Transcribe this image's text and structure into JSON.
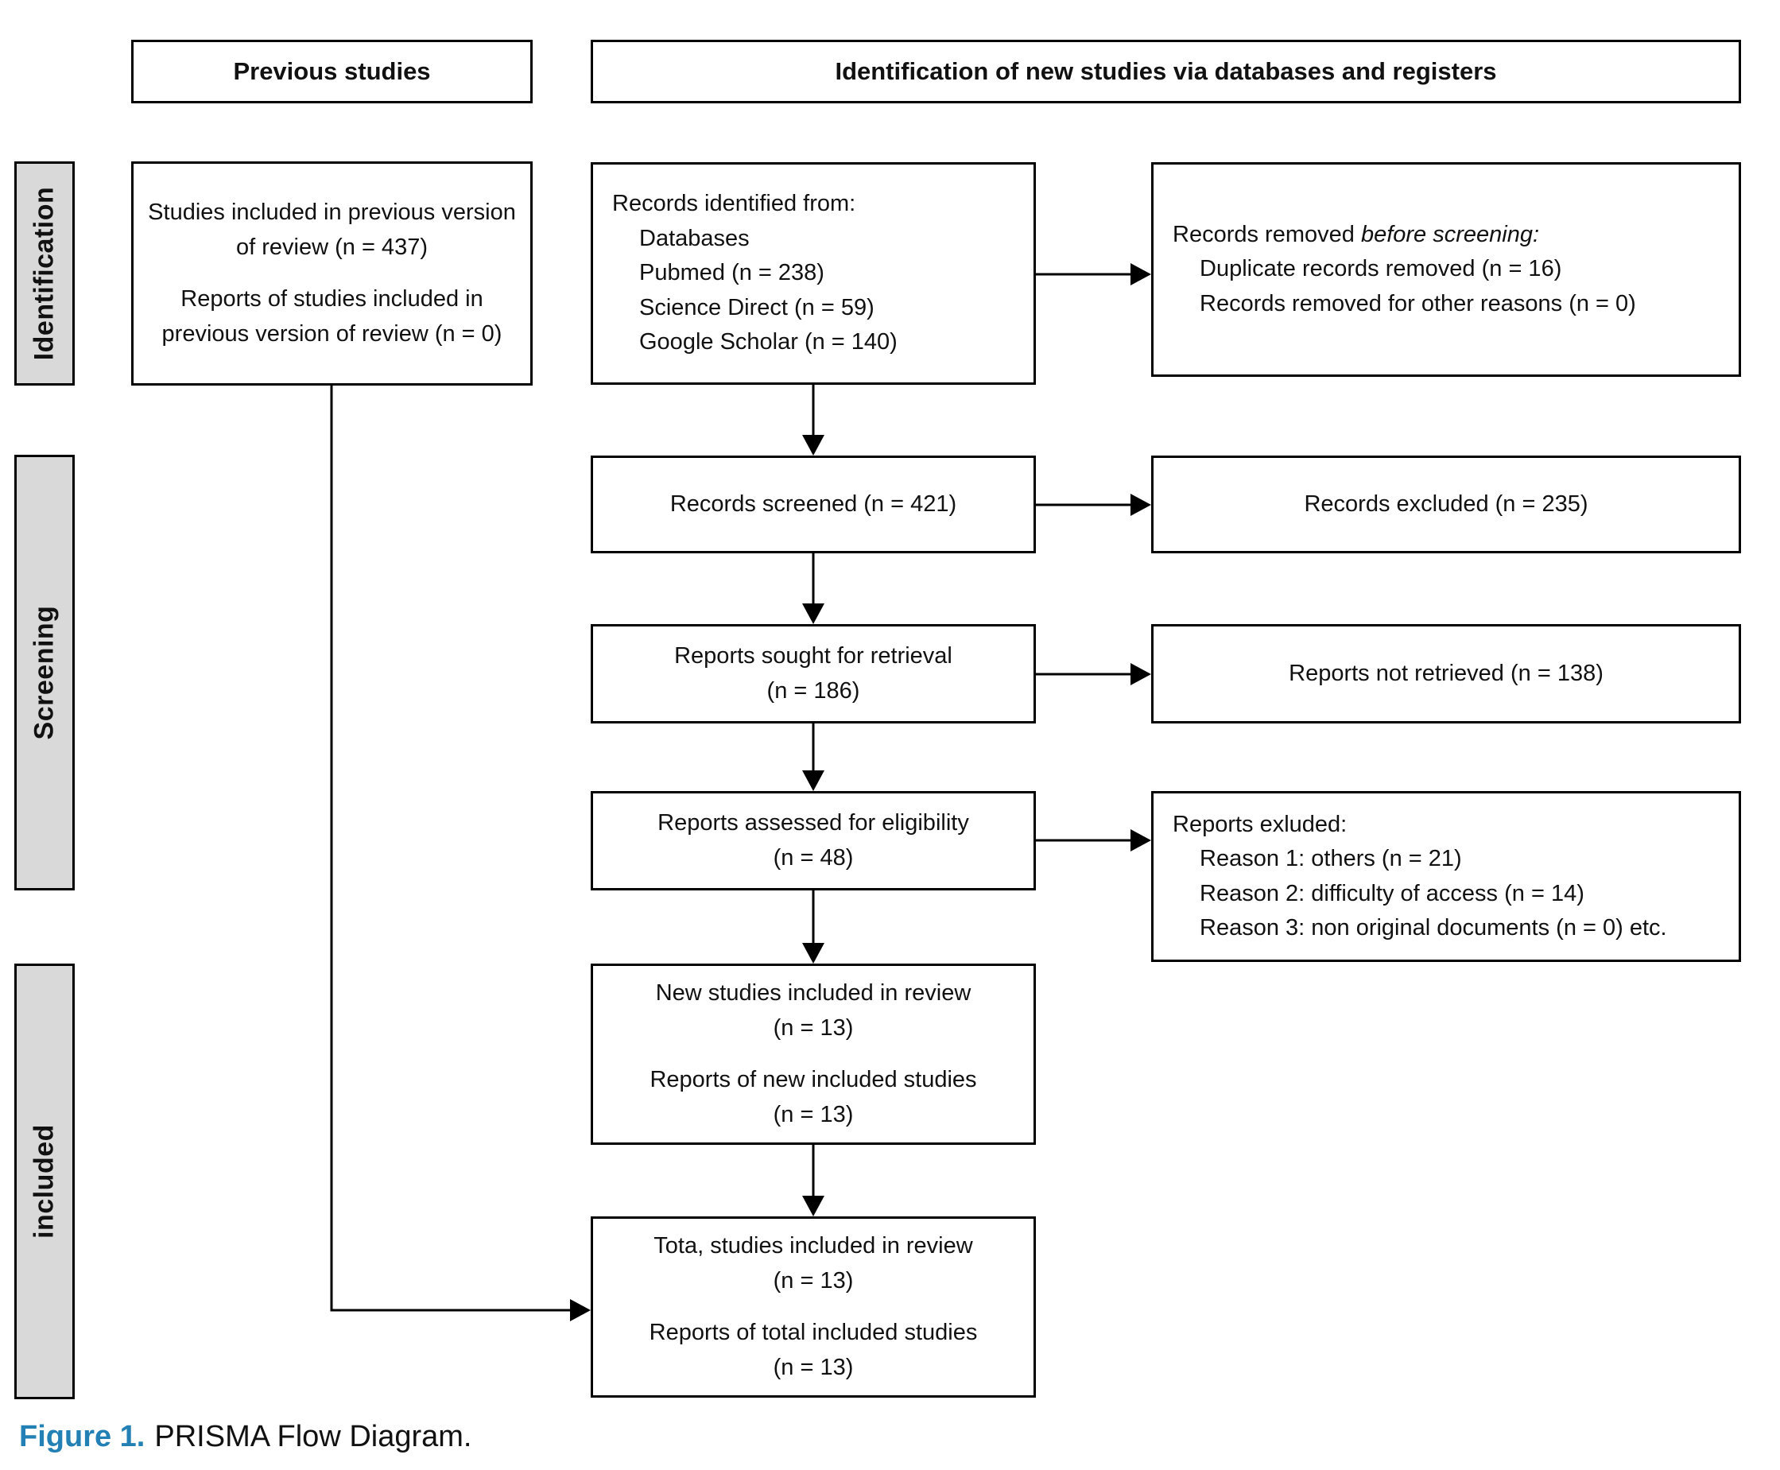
{
  "headers": {
    "previous": "Previous studies",
    "identification": "Identification of new studies via databases and registers"
  },
  "stages": {
    "identification": "Identification",
    "screening": "Screening",
    "included": "included"
  },
  "boxes": {
    "previous_studies": {
      "para1": "Studies included in previous version of review (n = 437)",
      "para2": "Reports of studies included in previous version of review (n = 0)"
    },
    "records_identified": {
      "title": "Records identified from:",
      "items": [
        "Databases",
        "Pubmed (n = 238)",
        "Science Direct (n = 59)",
        "Google Scholar (n = 140)"
      ]
    },
    "records_removed": {
      "lead": "Records removed ",
      "lead_italic": "before screening:",
      "items": [
        "Duplicate records removed (n = 16)",
        "Records removed for other reasons (n = 0)"
      ]
    },
    "records_screened": {
      "text": "Records screened (n = 421)"
    },
    "records_excluded": {
      "text": "Records excluded (n = 235)"
    },
    "reports_sought": {
      "line1": "Reports sought for retrieval",
      "line2": "(n = 186)"
    },
    "reports_not_retrieved": {
      "text": "Reports not retrieved (n = 138)"
    },
    "reports_assessed": {
      "line1": "Reports assessed for eligibility",
      "line2": "(n = 48)"
    },
    "reports_excluded": {
      "title": "Reports exluded:",
      "items": [
        "Reason 1: others (n = 21)",
        "Reason 2: difficulty of access (n = 14)",
        "Reason 3: non original documents (n = 0) etc."
      ]
    },
    "new_studies": {
      "para1_line1": "New studies included in review",
      "para1_line2": "(n = 13)",
      "para2_line1": "Reports of new included studies",
      "para2_line2": "(n = 13)"
    },
    "total_studies": {
      "para1_line1": "Tota, studies included in review",
      "para1_line2": "(n = 13)",
      "para2_line1": "Reports of total included studies",
      "para2_line2": "(n = 13)"
    }
  },
  "caption": {
    "label": "Figure 1.",
    "text": "PRISMA Flow Diagram."
  },
  "colors": {
    "stage_bar_fill": "#d9d9d9",
    "caption_accent": "#2380b5",
    "line": "#000000",
    "background": "#ffffff"
  }
}
